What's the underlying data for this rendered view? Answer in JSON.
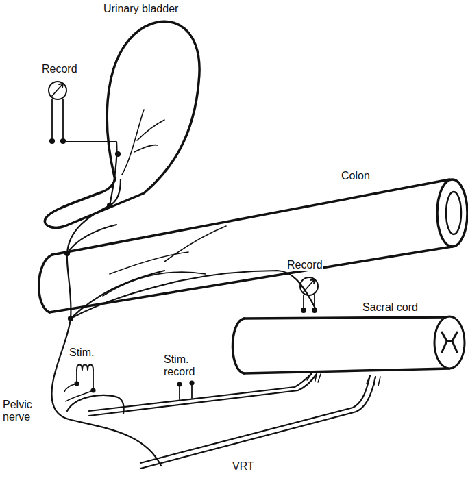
{
  "diagram": {
    "labels": [
      "Urinary bladder",
      "Record",
      "Colon",
      "Record",
      "Stim.",
      "Stim. record",
      "Sacral cord",
      "Pelvic nerve",
      "VRT"
    ]
  }
}
